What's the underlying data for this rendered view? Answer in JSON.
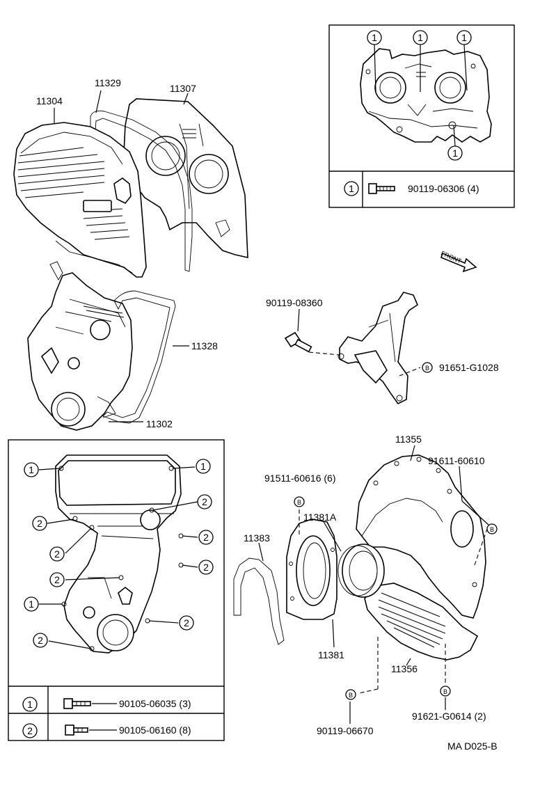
{
  "parts": {
    "p11304": "11304",
    "p11329": "11329",
    "p11307": "11307",
    "p11328": "11328",
    "p11302": "11302",
    "p90119_08360": "90119-08360",
    "p91651": "91651-G1028",
    "p11355": "11355",
    "p91611": "91611-60610",
    "p91511": "91511-60616 (6)",
    "p11381A": "11381A",
    "p11383": "11383",
    "p11381": "11381",
    "p11356": "11356",
    "p90119_06670": "90119-06670",
    "p91621": "91621-G0614 (2)"
  },
  "callouts": {
    "one": "1",
    "two": "2",
    "b": "B"
  },
  "legend_top": {
    "num": "1",
    "part": "90119-06306 (4)"
  },
  "legend_bottom": {
    "row1_num": "1",
    "row1_part": "90105-06035 (3)",
    "row2_num": "2",
    "row2_part": "90105-06160 (8)"
  },
  "front_label": "FRONT",
  "code": "MA D025-B"
}
